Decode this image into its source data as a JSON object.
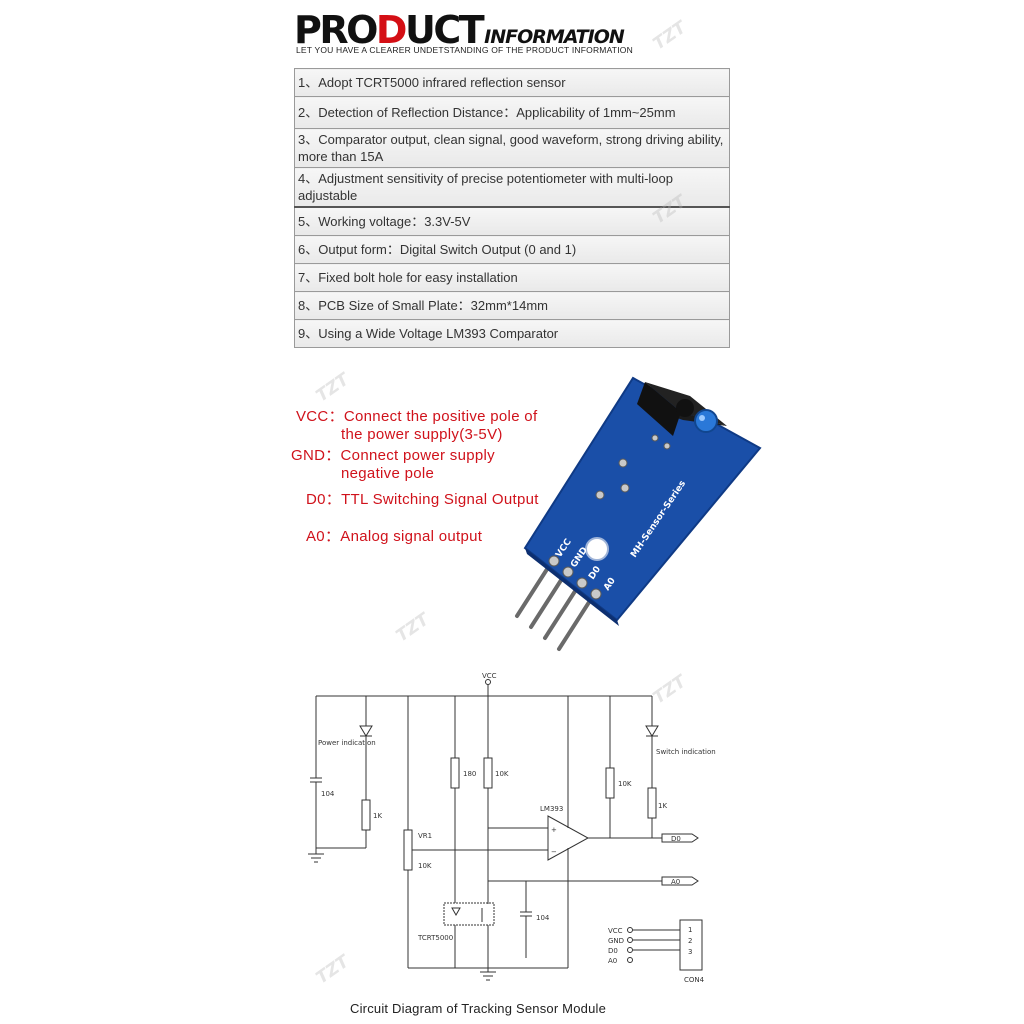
{
  "header": {
    "title_part1": "PRO",
    "title_red": "D",
    "title_part2": "UCT",
    "title_sub": "INFORMATION",
    "tagline": "LET YOU HAVE A CLEARER UNDETSTANDING OF THE PRODUCT INFORMATION"
  },
  "specs": [
    "1、Adopt TCRT5000 infrared reflection sensor",
    "2、Detection of Reflection Distance：Applicability of 1mm~25mm",
    "3、Comparator output, clean signal, good waveform, strong driving ability, more than 15A",
    "4、Adjustment sensitivity of precise potentiometer with multi-loop adjustable",
    "5、Working voltage：3.3V-5V",
    "6、Output form：Digital Switch Output (0 and 1)",
    "7、Fixed bolt hole for easy installation",
    "8、PCB Size of Small Plate：32mm*14mm",
    "9、Using a Wide Voltage LM393 Comparator"
  ],
  "pins": [
    {
      "name": "VCC",
      "sep": "：",
      "line1": "Connect the positive pole of",
      "line2": "the power supply(3-5V)"
    },
    {
      "name": "GND",
      "sep": "：",
      "line1": "Connect power supply",
      "line2": "negative pole"
    },
    {
      "name": "D0",
      "sep": "：",
      "line1": "TTL Switching Signal Output",
      "line2": ""
    },
    {
      "name": "A0",
      "sep": "：",
      "line1": "Analog signal output",
      "line2": ""
    }
  ],
  "board": {
    "silk_series": "MH-Sensor-Series",
    "silk_pins": [
      "VCC",
      "GND",
      "D0",
      "A0"
    ],
    "colors": {
      "pcb": "#1a4fa8",
      "pcb_edge": "#0f3a85",
      "sensor": "#1b1b1b",
      "led": "#2a78d8",
      "pin": "#555555"
    }
  },
  "circuit": {
    "vcc": "VCC",
    "power_indication": "Power indication",
    "switch_indication": "Switch indication",
    "r_180": "180",
    "r_10k_a": "10K",
    "r_10k_b": "10K",
    "r_1k_a": "1K",
    "r_1k_b": "1K",
    "c_104_a": "104",
    "c_104_b": "104",
    "vr": "VR1",
    "vr_val": "10K",
    "ic": "LM393",
    "plus": "+",
    "minus": "−",
    "sensor": "TCRT5000",
    "out_d0": "D0",
    "out_a0": "A0",
    "conn_pins": [
      "VCC",
      "GND",
      "D0",
      "A0"
    ],
    "conn_nums": [
      "1",
      "2",
      "3"
    ],
    "conn_name": "CON4"
  },
  "caption": "Circuit Diagram of Tracking Sensor Module",
  "watermark": "TZT",
  "colors": {
    "accent_red": "#d40f15",
    "pin_text_red": "#d0121b"
  }
}
